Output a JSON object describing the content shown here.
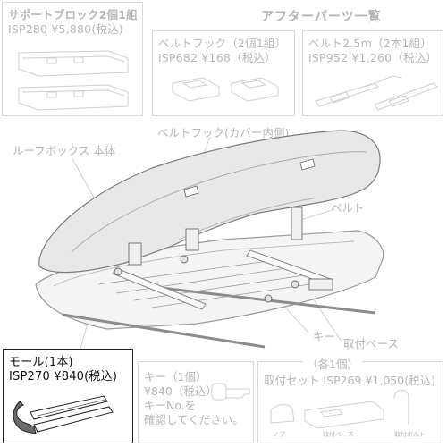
{
  "title": "アフターパーツ一覧",
  "panels": {
    "support_block": {
      "name": "サポートブロック2個1組",
      "price": "ISP280 ¥5,880(税込)"
    },
    "belt_hook": {
      "name": "ベルトフック（2個1組）",
      "price": "ISP682 ¥168（税込）"
    },
    "belt": {
      "name": "ベルト2.5m（2本1組）",
      "price": "ISP952 ¥1,260（税込）"
    },
    "mold": {
      "name": "モール(1本)",
      "price": "ISP270 ¥840(税込)"
    },
    "key": {
      "line1": "キー（1個）",
      "line2": "¥840（税込）",
      "line3": "キーNo.を",
      "line4": "確認してください。"
    },
    "mount_set": {
      "header": "（各1個）",
      "name": "取付セット ISP269 ¥1,050(税込)",
      "part1": "ノブ",
      "part2": "取付ベース",
      "part3": "取付ボルト"
    }
  },
  "callouts": {
    "roof_box": "ルーフボックス 本体",
    "belt_hook_cover": "ベルトフック(カバー内側)",
    "belt": "ベルト",
    "key": "キー",
    "mount_base": "取付ベース"
  }
}
